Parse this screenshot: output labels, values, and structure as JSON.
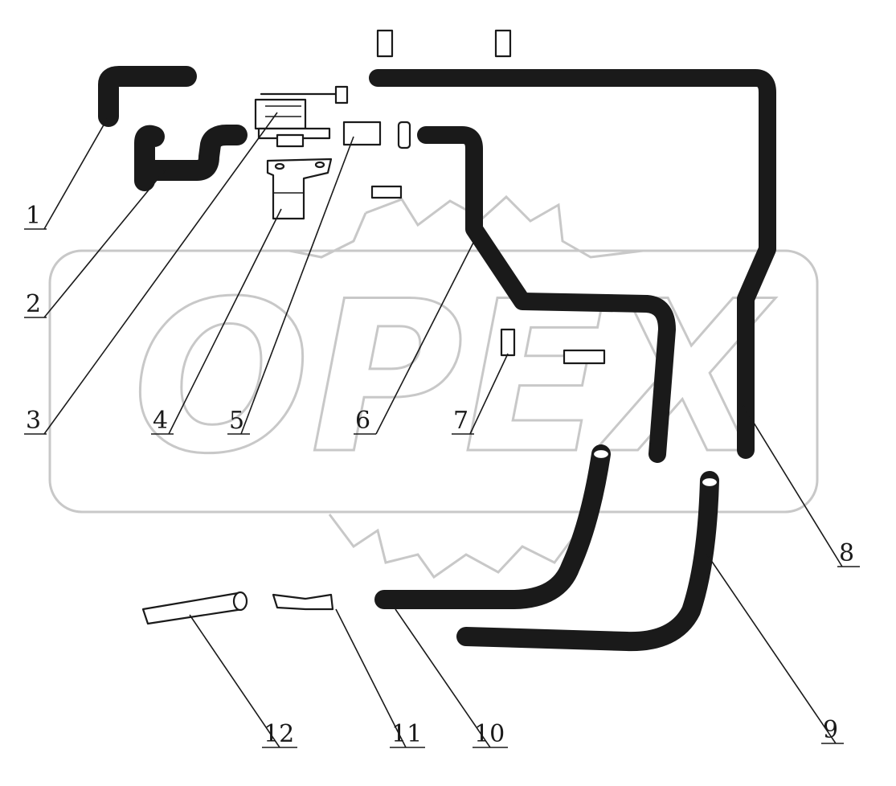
{
  "watermark": {
    "text": "OPEX"
  },
  "callouts": [
    {
      "id": "callout-1",
      "label": "1"
    },
    {
      "id": "callout-2",
      "label": "2"
    },
    {
      "id": "callout-3",
      "label": "3"
    },
    {
      "id": "callout-4",
      "label": "4"
    },
    {
      "id": "callout-5",
      "label": "5"
    },
    {
      "id": "callout-6",
      "label": "6"
    },
    {
      "id": "callout-7",
      "label": "7"
    },
    {
      "id": "callout-8",
      "label": "8"
    },
    {
      "id": "callout-9",
      "label": "9"
    },
    {
      "id": "callout-10",
      "label": "10"
    },
    {
      "id": "callout-11",
      "label": "11"
    },
    {
      "id": "callout-12",
      "label": "12"
    }
  ]
}
